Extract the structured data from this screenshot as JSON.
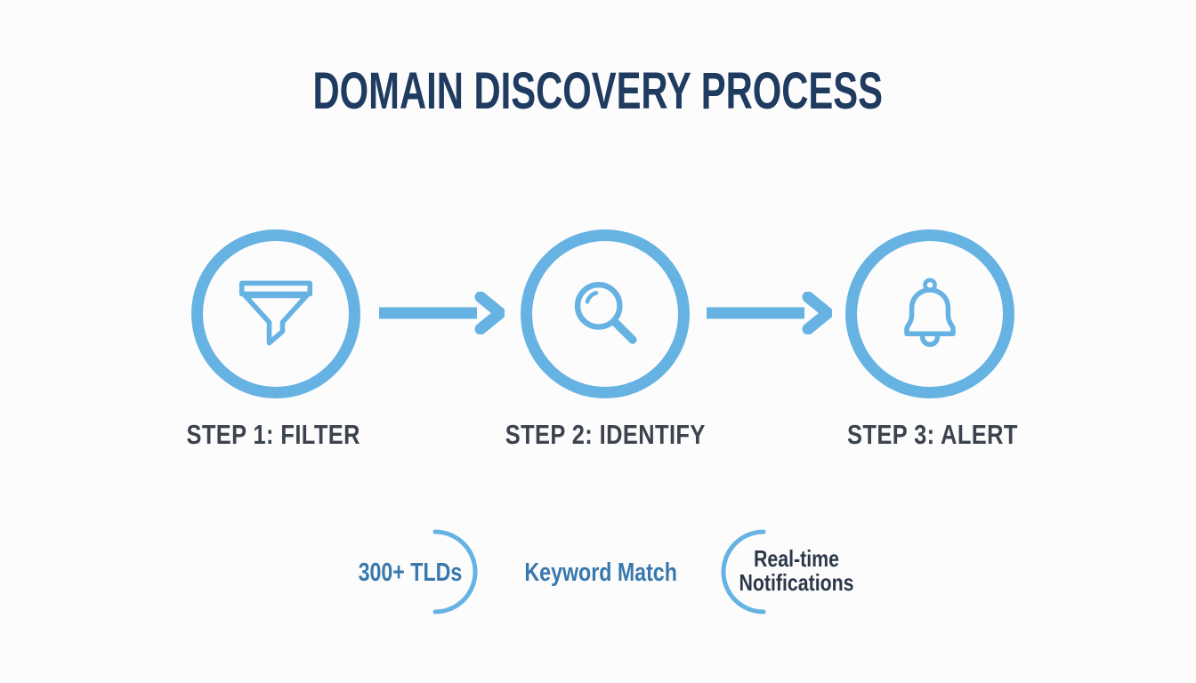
{
  "title": {
    "text": "DOMAIN DISCOVERY PROCESS"
  },
  "steps": [
    {
      "label": "STEP 1: FILTER",
      "icon": "funnel-icon"
    },
    {
      "label": "STEP 2: IDENTIFY",
      "icon": "magnifier-icon"
    },
    {
      "label": "STEP 3: ALERT",
      "icon": "bell-icon"
    }
  ],
  "connectors": [
    {
      "icon": "arrow-right-icon",
      "from": "STEP 1: FILTER",
      "to": "STEP 2: IDENTIFY"
    },
    {
      "icon": "arrow-right-icon",
      "from": "STEP 2: IDENTIFY",
      "to": "STEP 3: ALERT"
    }
  ],
  "features": [
    {
      "label": "300+ TLDs",
      "arc": "arc-right"
    },
    {
      "label": "Keyword Match"
    },
    {
      "line1": "Real-time",
      "line2": "Notifications",
      "arc": "arc-left"
    }
  ],
  "colors": {
    "accent_blue": "#66b3e3",
    "title_navy": "#1f3b60",
    "step_text": "#3d434e",
    "feature_blue": "#3878ad",
    "feature_dark": "#2c3849",
    "background": "#fcfcfd"
  }
}
